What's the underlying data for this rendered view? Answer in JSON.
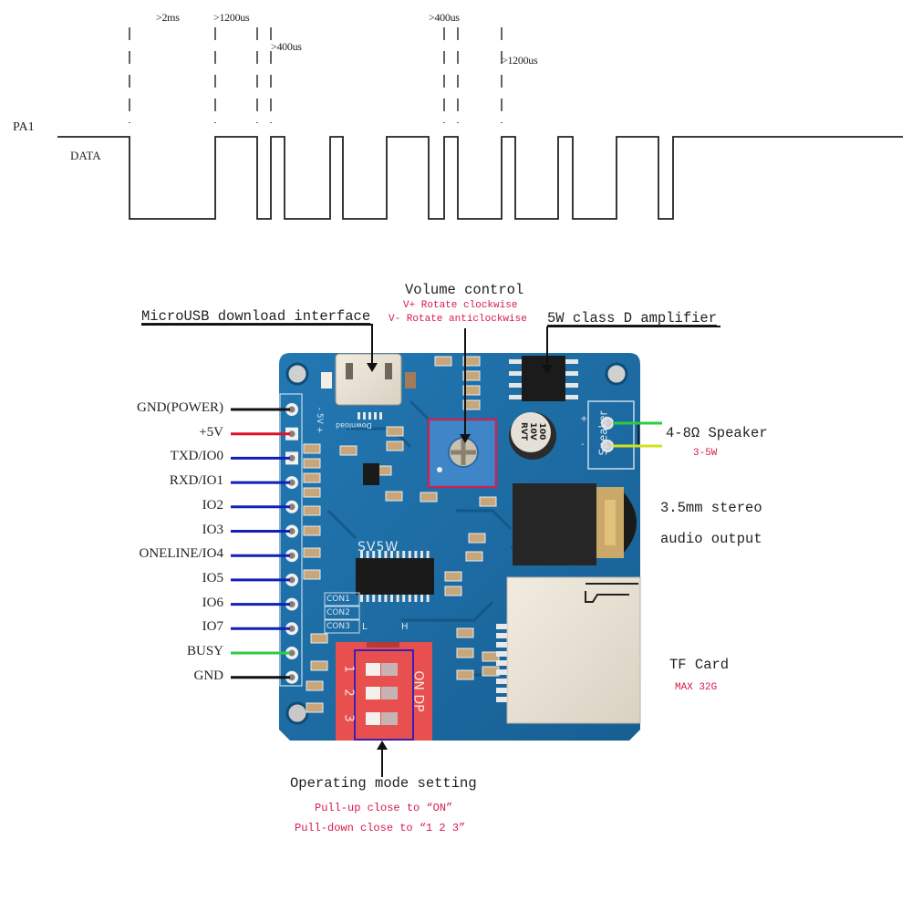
{
  "timing_diagram": {
    "signal_name": "PA1",
    "line_label": "DATA",
    "annotations": [
      {
        "text": ">2ms",
        "meaning": "initial low (start) duration"
      },
      {
        "text": ">1200us",
        "meaning": "long high pulse"
      },
      {
        "text": ">400us",
        "meaning": "short low gap"
      },
      {
        "text": ">400us",
        "meaning": "short high pulse"
      },
      {
        "text": ">1200us",
        "meaning": "long low duration"
      }
    ],
    "sequence": [
      "idle-high",
      "low >2ms",
      "high >1200us",
      "low >400us",
      "high",
      "low",
      "high",
      "low",
      "high (long)",
      "low",
      "high >400us",
      "low >1200us",
      "high",
      "low",
      "high",
      "low",
      "high",
      "low",
      "idle-high"
    ]
  },
  "board": {
    "silkscreen": {
      "model": "SV5W",
      "download_label": "Download",
      "power_label": "- 5V +",
      "speaker_label": "Speaker",
      "speaker_plus": "+",
      "speaker_minus": "-",
      "capacitor_text": [
        "100",
        "10V",
        "RVT"
      ],
      "con_labels": [
        "CON1",
        "CON2",
        "CON3"
      ],
      "dip_levels": [
        "L",
        "H"
      ],
      "dip_side_text": "ON DP",
      "dip_numbers": [
        "1",
        "2",
        "3"
      ]
    },
    "colors": {
      "pcb": "#1d6fa8",
      "pcb_dark": "#15557f",
      "dip_switch": "#e8504f",
      "pot_body": "#3f86c9",
      "highlight_pot": "#c2275a",
      "highlight_dip": "#3a1fb0"
    }
  },
  "callouts": {
    "microusb": "MicroUSB download interface",
    "volume_title": "Volume control",
    "volume_plus": "V+ Rotate clockwise",
    "volume_minus": "V- Rotate anticlockwise",
    "amplifier": "5W class D amplifier",
    "speaker_title": "4-8Ω  Speaker",
    "speaker_power": "3-5W",
    "audio_line1": "3.5mm stereo",
    "audio_line2": "audio output",
    "tf_title": "TF Card",
    "tf_max": "MAX 32G",
    "mode_title": "Operating mode setting",
    "mode_line1": "Pull-up close to “ON”",
    "mode_line2": "Pull-down close to “1 2 3”"
  },
  "pins": [
    {
      "label": "GND(POWER)",
      "wire_color": "#111111"
    },
    {
      "label": "+5V",
      "wire_color": "#e0102a"
    },
    {
      "label": "TXD/IO0",
      "wire_color": "#1020b8"
    },
    {
      "label": "RXD/IO1",
      "wire_color": "#1020b8"
    },
    {
      "label": "IO2",
      "wire_color": "#1020b8"
    },
    {
      "label": "IO3",
      "wire_color": "#1020b8"
    },
    {
      "label": "ONELINE/IO4",
      "wire_color": "#1020b8"
    },
    {
      "label": "IO5",
      "wire_color": "#1020b8"
    },
    {
      "label": "IO6",
      "wire_color": "#1020b8"
    },
    {
      "label": "IO7",
      "wire_color": "#1020b8"
    },
    {
      "label": "BUSY",
      "wire_color": "#2ecc40"
    },
    {
      "label": "GND",
      "wire_color": "#111111"
    }
  ]
}
